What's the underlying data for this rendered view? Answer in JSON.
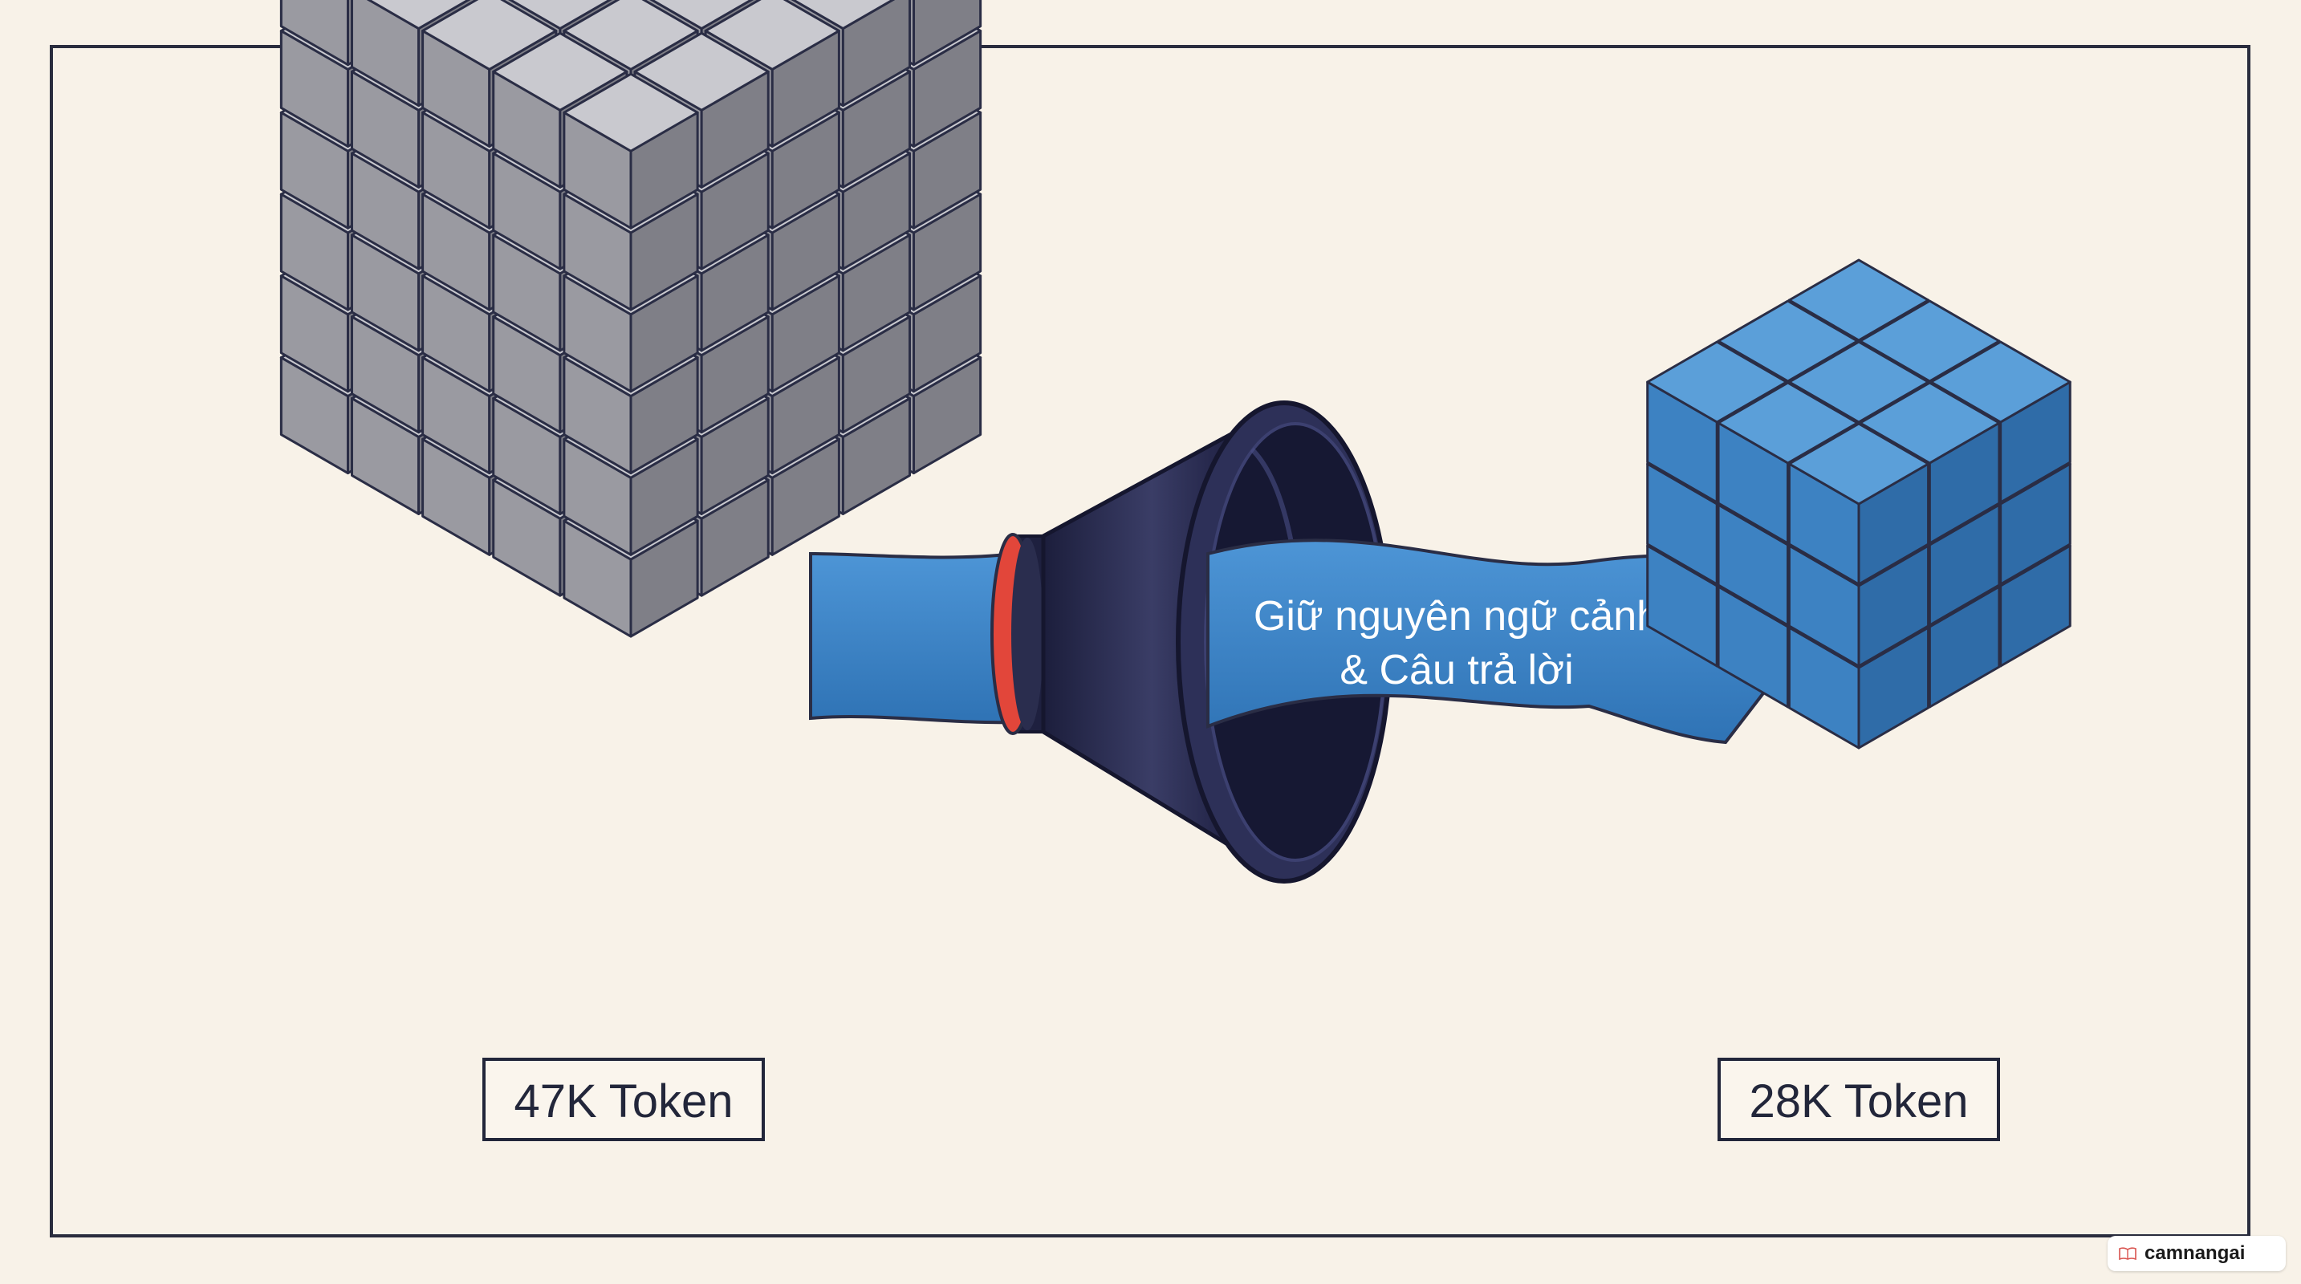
{
  "diagram": {
    "left_label": "47K Token",
    "right_label": "28K Token",
    "band_line1": "Giữ nguyên ngữ cảnh",
    "band_line2": "& Câu trả lời"
  },
  "watermark": {
    "text": "camnangai",
    "icon": "book-icon"
  },
  "colors": {
    "background": "#f8f2e8",
    "frame": "#2a2d3e",
    "gray_cube_top": "#c9c9cf",
    "gray_cube_left": "#9a9aa1",
    "gray_cube_right": "#7f7f87",
    "blue_cube_top": "#5b9fd9",
    "blue_cube_left": "#3d82c2",
    "blue_cube_right": "#2f6ca8",
    "band": "#3f86c8",
    "funnel": "#24264a",
    "funnel_ring": "#e2463a",
    "outline": "#2a2d45"
  }
}
